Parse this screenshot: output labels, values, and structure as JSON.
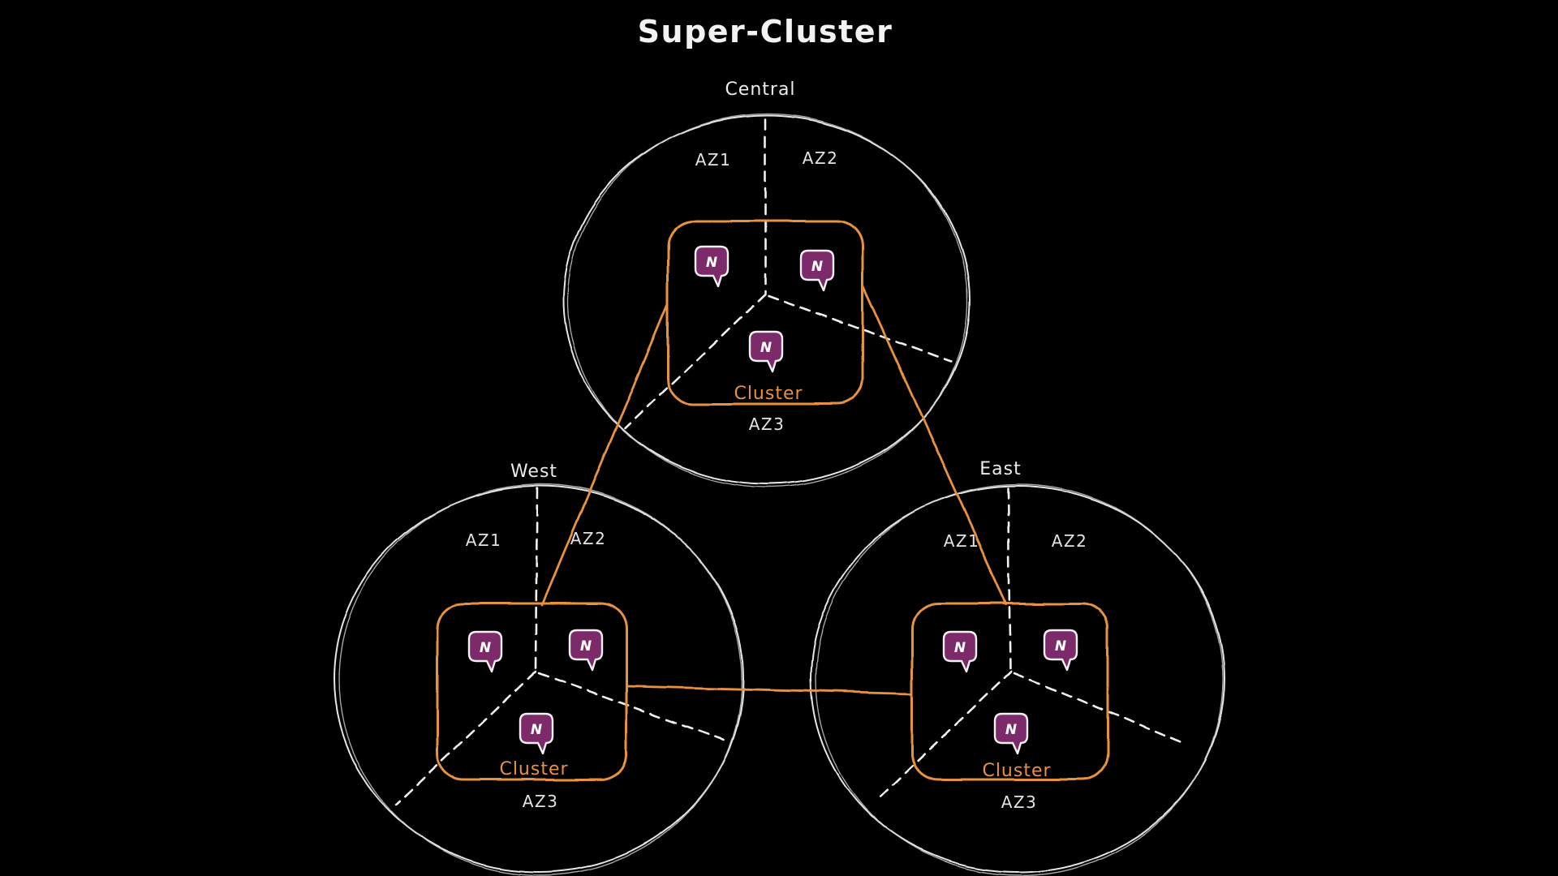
{
  "title": "Super-Cluster",
  "node": {
    "label": "N",
    "icon": "nats-server-icon"
  },
  "clusters": {
    "central": {
      "name": "Central",
      "box_label": "Cluster",
      "az1": "AZ1",
      "az2": "AZ2",
      "az3": "AZ3"
    },
    "west": {
      "name": "West",
      "box_label": "Cluster",
      "az1": "AZ1",
      "az2": "AZ2",
      "az3": "AZ3"
    },
    "east": {
      "name": "East",
      "box_label": "Cluster",
      "az1": "AZ1",
      "az2": "AZ2",
      "az3": "AZ3"
    }
  },
  "connections": [
    {
      "from": "Central",
      "to": "West"
    },
    {
      "from": "Central",
      "to": "East"
    },
    {
      "from": "West",
      "to": "East"
    }
  ],
  "colors": {
    "background": "#000000",
    "line_white": "#e6e6e6",
    "accent_orange": "#e8923f",
    "node_purple": "#7d2a6b",
    "node_border": "#f2f2f2"
  }
}
